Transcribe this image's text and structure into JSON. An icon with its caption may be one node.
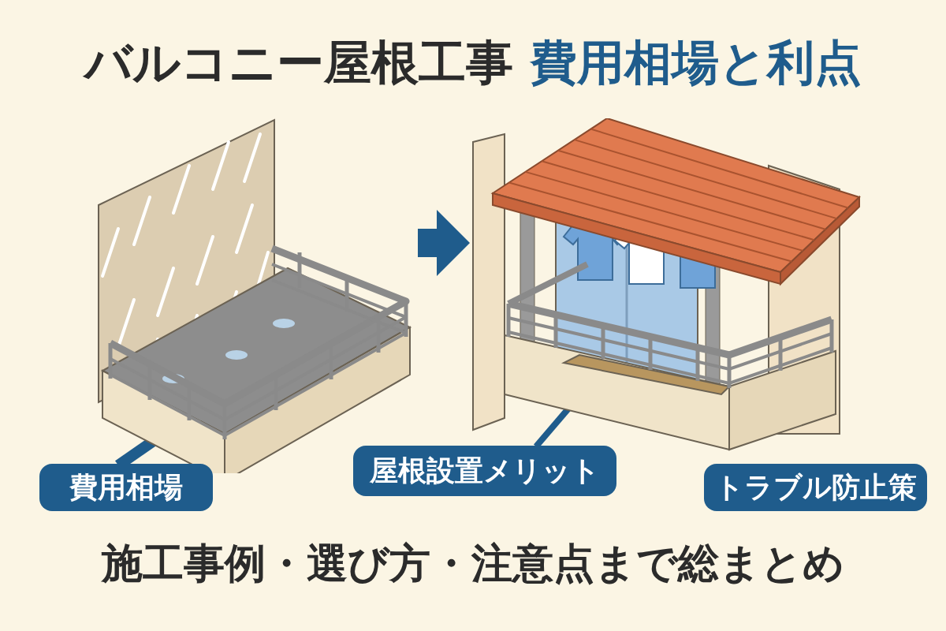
{
  "diagram": {
    "title": "バルコニー屋根工事 費用相場と利点",
    "nodes": [
      {
        "text": [],
        "shape": "picture"
      },
      {
        "text": [],
        "shape": "picture"
      },
      {
        "text": [
          "費用相場"
        ]
      },
      {
        "text": [
          "屋根設置メリット"
        ]
      },
      {
        "text": [
          "トラブル防止策"
        ]
      }
    ],
    "edges": [
      {
        "from": 0,
        "to": 1,
        "arrow": "to",
        "style": "thick"
      },
      {
        "from": 2,
        "to": 0,
        "arrow": "none"
      },
      {
        "from": 3,
        "to": 1,
        "arrow": "to"
      }
    ],
    "labels": [
      "施工事例・選び方・注意点まで総まとめ"
    ]
  }
}
